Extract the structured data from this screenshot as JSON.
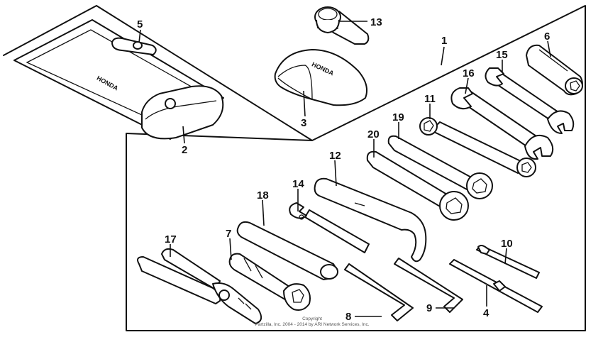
{
  "parts": [
    {
      "id": "p1",
      "label": "1"
    },
    {
      "id": "p2",
      "label": "2"
    },
    {
      "id": "p3",
      "label": "3"
    },
    {
      "id": "p4",
      "label": "4"
    },
    {
      "id": "p5",
      "label": "5"
    },
    {
      "id": "p6",
      "label": "6"
    },
    {
      "id": "p7",
      "label": "7"
    },
    {
      "id": "p8",
      "label": "8"
    },
    {
      "id": "p9",
      "label": "9"
    },
    {
      "id": "p10",
      "label": "10"
    },
    {
      "id": "p11",
      "label": "11"
    },
    {
      "id": "p12",
      "label": "12"
    },
    {
      "id": "p13",
      "label": "13"
    },
    {
      "id": "p14",
      "label": "14"
    },
    {
      "id": "p15",
      "label": "15"
    },
    {
      "id": "p16",
      "label": "16"
    },
    {
      "id": "p17",
      "label": "17"
    },
    {
      "id": "p18",
      "label": "18"
    },
    {
      "id": "p19",
      "label": "19"
    },
    {
      "id": "p20",
      "label": "20"
    }
  ],
  "brand_text": "HONDA",
  "copyright_line1": "Copyright",
  "copyright_line2": "Partzilla, Inc. 2004 - 2014 by ARI Network Services, Inc."
}
